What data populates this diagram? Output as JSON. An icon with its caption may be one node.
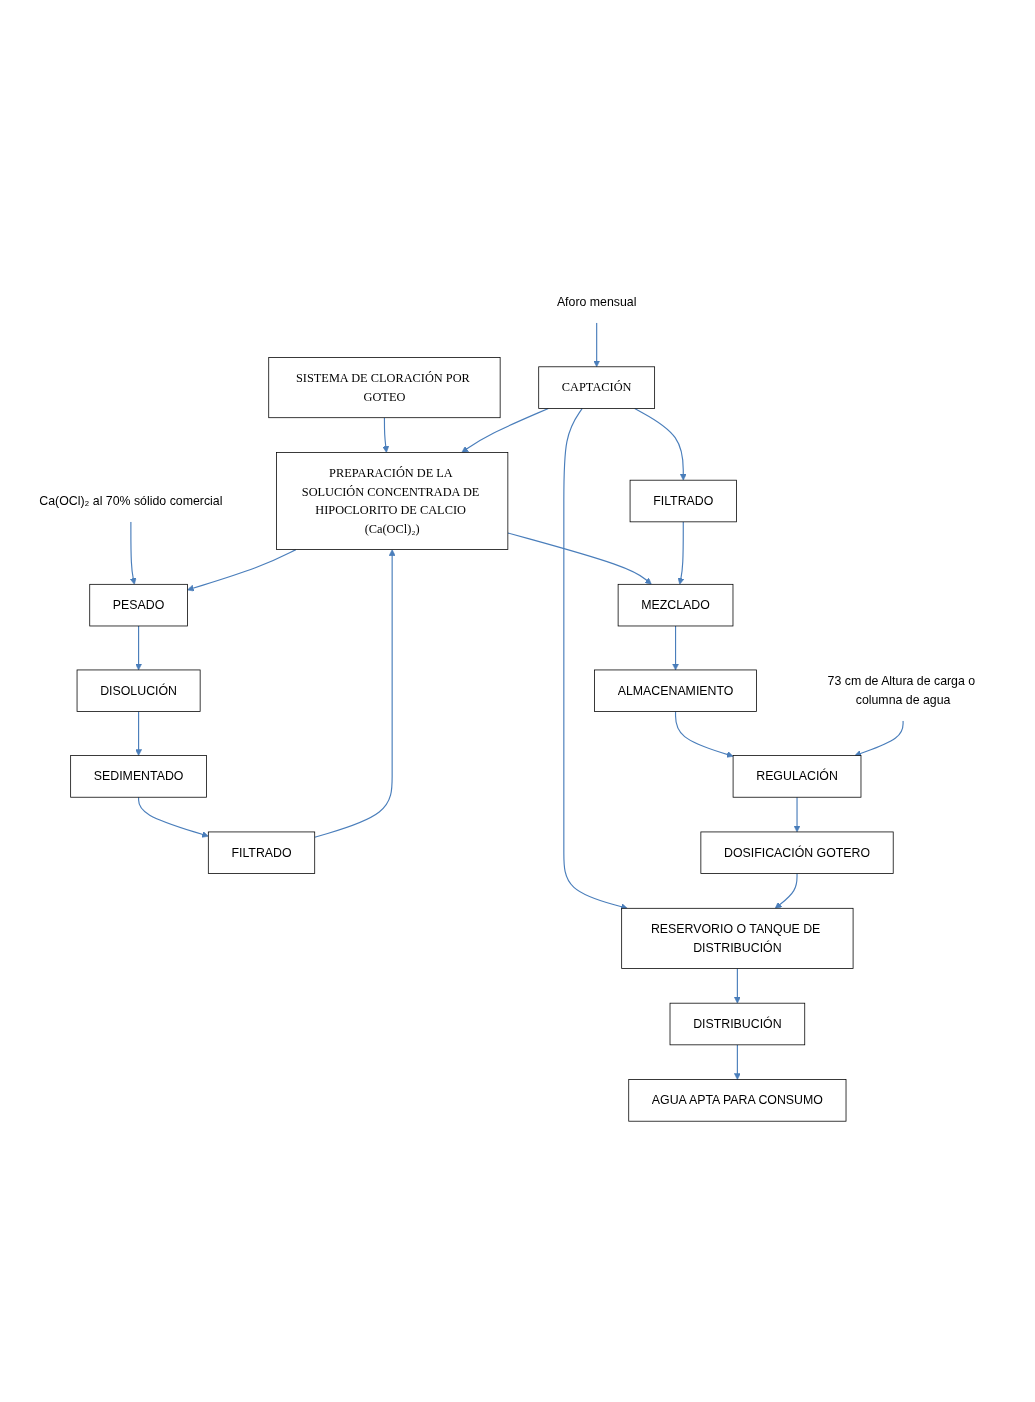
{
  "diagram": {
    "nodes": [
      {
        "text": [
          "SISTEMA DE CLORACIÓN POR GOTEO"
        ]
      },
      {
        "text": [
          "CAPTACIÓN"
        ]
      },
      {
        "text": [
          "Aforo mensual"
        ]
      },
      {
        "text": [
          "PREPARACIÓN DE LA SOLUCIÓN CONCENTRADA DE HIPOCLORITO DE CALCIO (Ca(OCl)₂)"
        ]
      },
      {
        "text": [
          "Ca(OCl)₂ al 70% sólido comercial"
        ]
      },
      {
        "text": [
          "PESADO"
        ]
      },
      {
        "text": [
          "DISOLUCIÓN"
        ]
      },
      {
        "text": [
          "SEDIMENTADO"
        ]
      },
      {
        "text": [
          "FILTRADO"
        ]
      },
      {
        "text": [
          "FILTRADO"
        ]
      },
      {
        "text": [
          "MEZCLADO"
        ]
      },
      {
        "text": [
          "ALMACENAMIENTO"
        ]
      },
      {
        "text": [
          "REGULACIÓN"
        ]
      },
      {
        "text": [
          "73 cm de Altura de carga o columna de agua"
        ]
      },
      {
        "text": [
          "DOSIFICACIÓN GOTERO"
        ]
      },
      {
        "text": [
          "RESERVORIO O TANQUE DE DISTRIBUCIÓN"
        ]
      },
      {
        "text": [
          "DISTRIBUCIÓN"
        ]
      },
      {
        "text": [
          "AGUA APTA PARA CONSUMO"
        ]
      }
    ],
    "edges": [
      {
        "from": 0,
        "to": 3,
        "arrow": "to"
      },
      {
        "from": 1,
        "to": 3,
        "arrow": "to"
      },
      {
        "from": 2,
        "to": 1,
        "arrow": "to"
      },
      {
        "from": 4,
        "to": 5,
        "arrow": "to"
      },
      {
        "from": 3,
        "to": 5,
        "arrow": "to"
      },
      {
        "from": 5,
        "to": 6,
        "arrow": "to"
      },
      {
        "from": 6,
        "to": 7,
        "arrow": "to"
      },
      {
        "from": 7,
        "to": 8,
        "arrow": "to"
      },
      {
        "from": 8,
        "to": 3,
        "arrow": "to"
      },
      {
        "from": 3,
        "to": 10,
        "arrow": "to"
      },
      {
        "from": 1,
        "to": 9,
        "arrow": "to"
      },
      {
        "from": 1,
        "to": 15,
        "arrow": "to"
      },
      {
        "from": 9,
        "to": 10,
        "arrow": "to"
      },
      {
        "from": 10,
        "to": 11,
        "arrow": "to"
      },
      {
        "from": 11,
        "to": 12,
        "arrow": "to"
      },
      {
        "from": 13,
        "to": 12,
        "arrow": "to"
      },
      {
        "from": 12,
        "to": 14,
        "arrow": "to"
      },
      {
        "from": 14,
        "to": 15,
        "arrow": "to"
      },
      {
        "from": 15,
        "to": 16,
        "arrow": "to"
      },
      {
        "from": 16,
        "to": 17,
        "arrow": "to"
      }
    ]
  }
}
